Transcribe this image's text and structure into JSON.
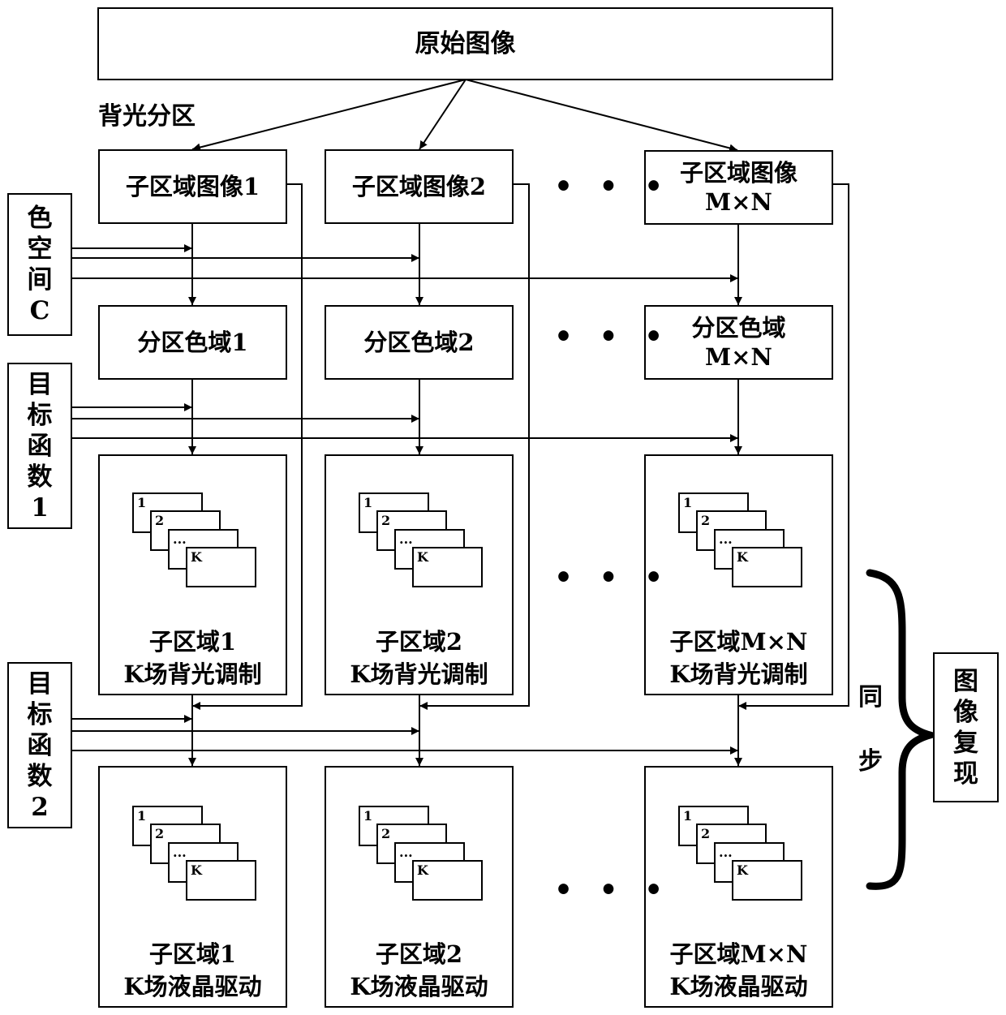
{
  "top": {
    "source": "原始图像",
    "partition": "背光分区"
  },
  "subimages": [
    {
      "lines": [
        "子区域图像1"
      ]
    },
    {
      "lines": [
        "子区域图像2"
      ]
    },
    {
      "lines": [
        "子区域图像",
        "M×N"
      ]
    }
  ],
  "gamuts": [
    {
      "lines": [
        "分区色域1"
      ]
    },
    {
      "lines": [
        "分区色域2"
      ]
    },
    {
      "lines": [
        "分区色域",
        "M×N"
      ]
    }
  ],
  "inputs": {
    "color_space": [
      "色",
      "空",
      "间",
      "C"
    ],
    "objective1": [
      "目",
      "标",
      "函",
      "数",
      "1"
    ],
    "objective2": [
      "目",
      "标",
      "函",
      "数",
      "2"
    ]
  },
  "backlight": [
    {
      "lines": [
        "子区域1",
        "K场背光调制"
      ]
    },
    {
      "lines": [
        "子区域2",
        "K场背光调制"
      ]
    },
    {
      "lines": [
        "子区域M×N",
        "K场背光调制"
      ]
    }
  ],
  "lcd": [
    {
      "lines": [
        "子区域1",
        "K场液晶驱动"
      ]
    },
    {
      "lines": [
        "子区域2",
        "K场液晶驱动"
      ]
    },
    {
      "lines": [
        "子区域M×N",
        "K场液晶驱动"
      ]
    }
  ],
  "field_labels": [
    "1",
    "2",
    "...",
    "K"
  ],
  "ellipsis": "• • •",
  "sync": [
    "同",
    "步"
  ],
  "output": [
    "图",
    "像",
    "复",
    "现"
  ]
}
